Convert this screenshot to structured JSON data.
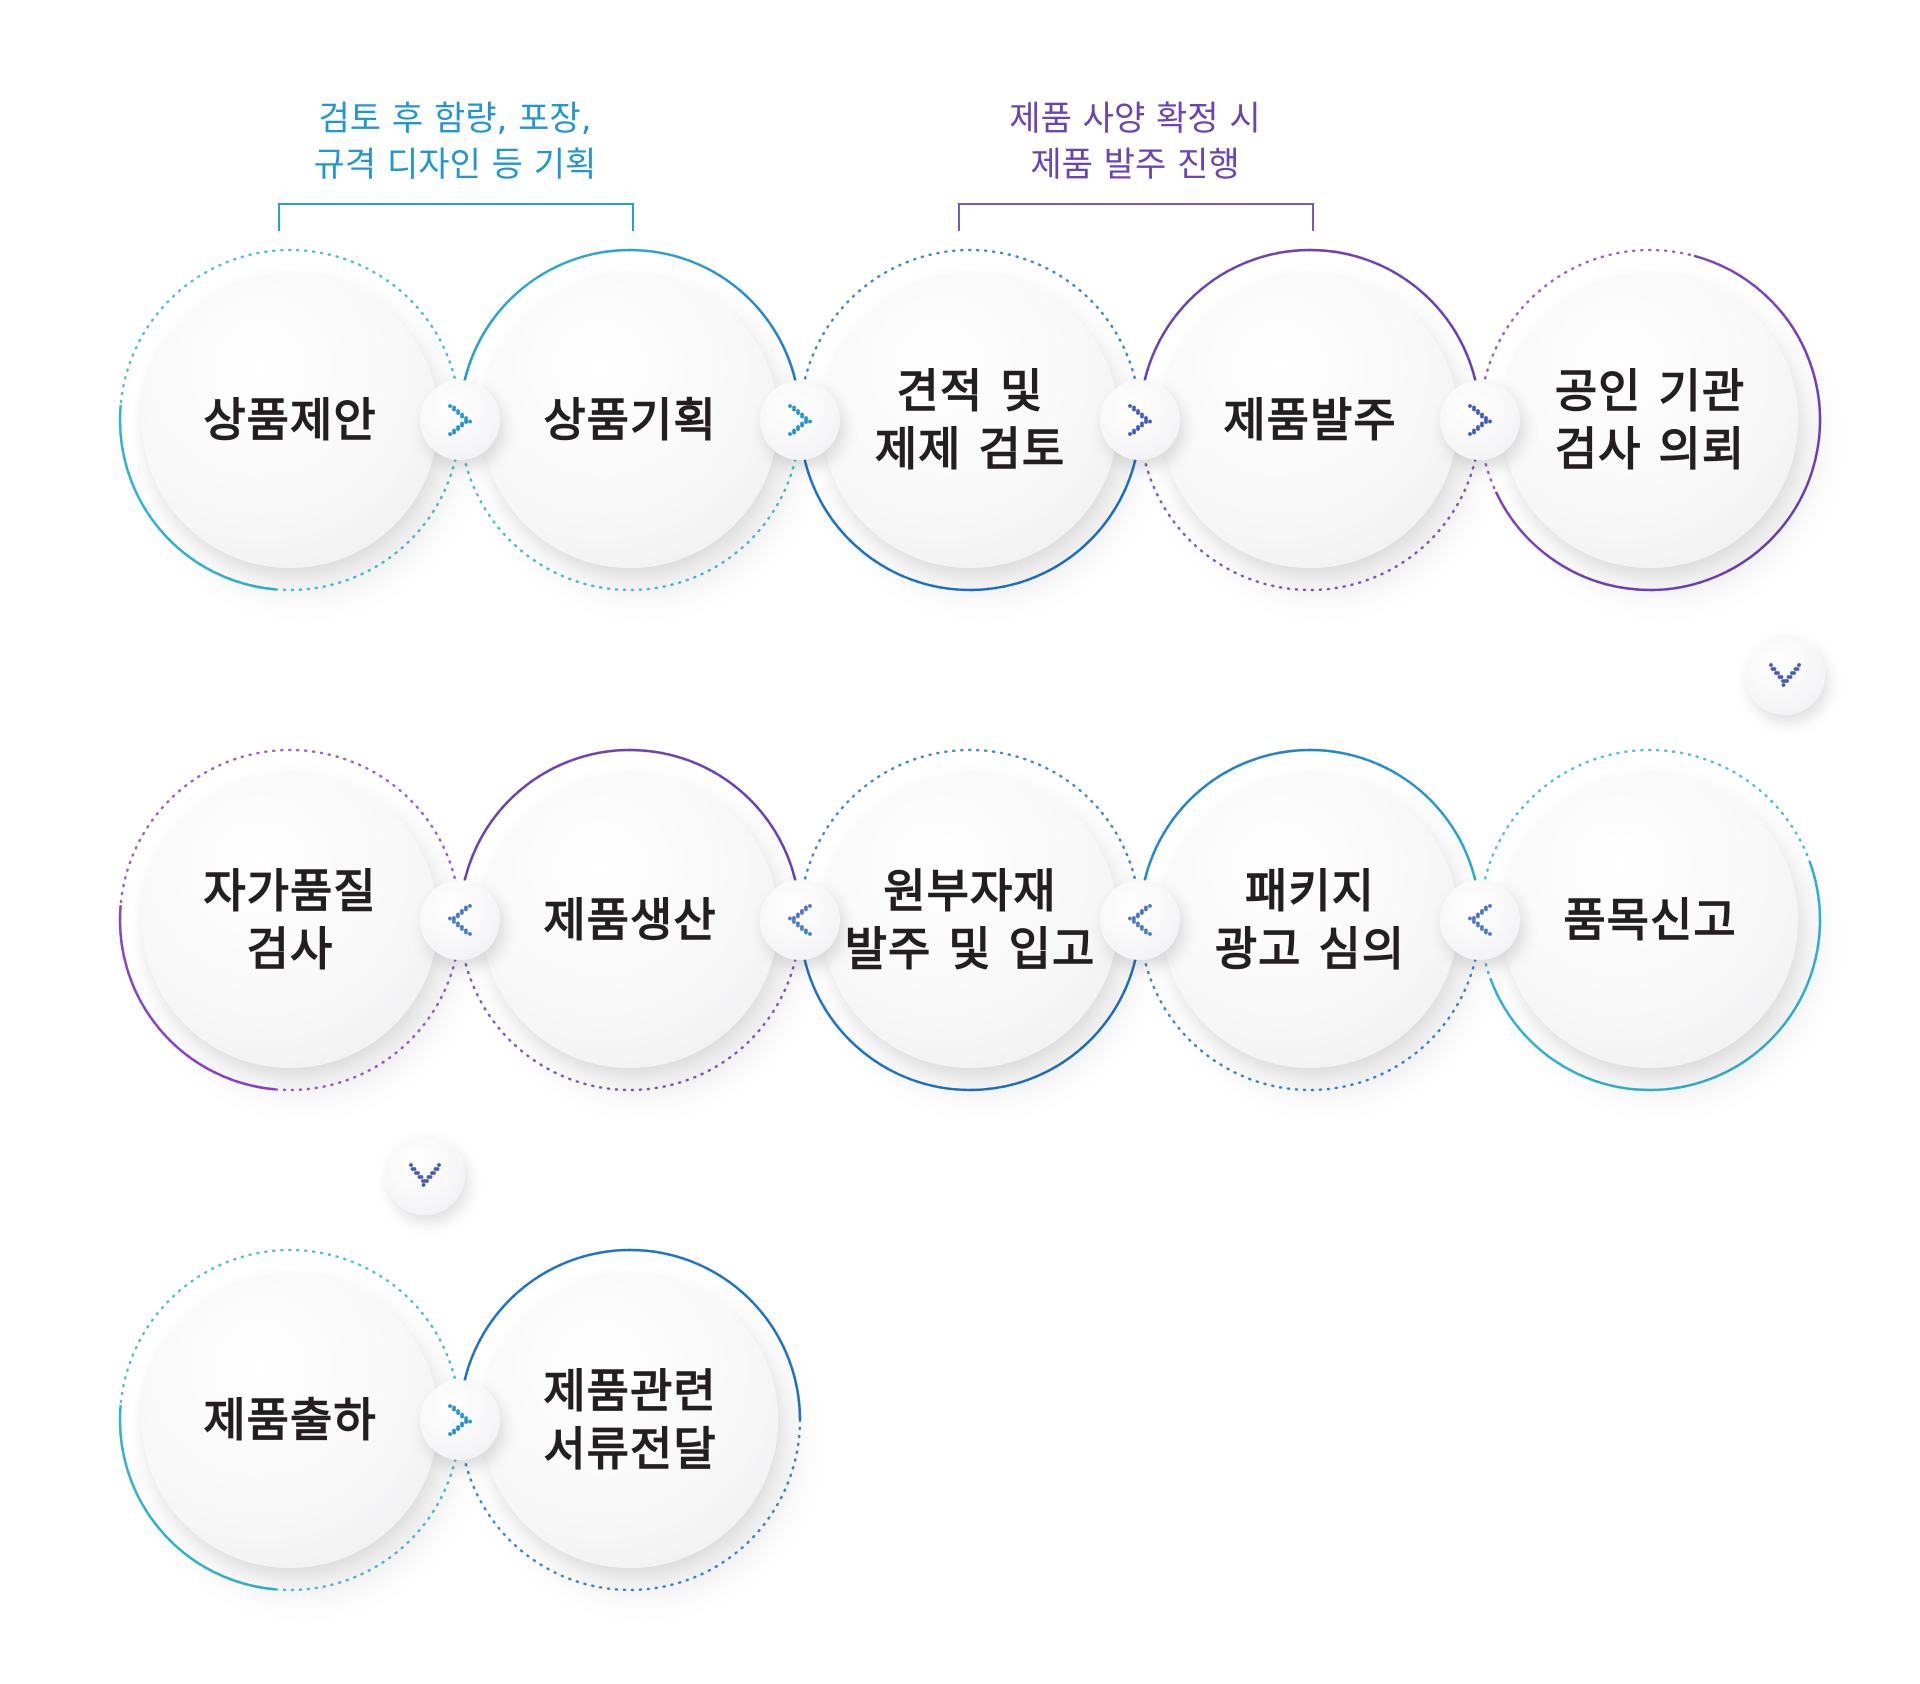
{
  "annotations": {
    "quote_review": {
      "lines": [
        "검토 후 함량, 포장,",
        "규격 디자인 등 기획"
      ],
      "color": "#2297cf"
    },
    "order_confirm": {
      "lines": [
        "제품 사양 확정 시",
        "제품 발주 진행"
      ],
      "color": "#6a43b5"
    }
  },
  "steps": [
    {
      "id": "s1",
      "lines": [
        "상품제안"
      ]
    },
    {
      "id": "s2",
      "lines": [
        "상품기획"
      ]
    },
    {
      "id": "s3",
      "lines": [
        "견적 및",
        "제제 검토"
      ]
    },
    {
      "id": "s4",
      "lines": [
        "제품발주"
      ]
    },
    {
      "id": "s5",
      "lines": [
        "공인 기관",
        "검사 의뢰"
      ]
    },
    {
      "id": "s6",
      "lines": [
        "품목신고"
      ]
    },
    {
      "id": "s7",
      "lines": [
        "패키지",
        "광고 심의"
      ]
    },
    {
      "id": "s8",
      "lines": [
        "원부자재",
        "발주 및 입고"
      ]
    },
    {
      "id": "s9",
      "lines": [
        "제품생산"
      ]
    },
    {
      "id": "s10",
      "lines": [
        "자가품질",
        "검사"
      ]
    },
    {
      "id": "s11",
      "lines": [
        "제품출하"
      ]
    },
    {
      "id": "s12",
      "lines": [
        "제품관련",
        "서류전달"
      ]
    }
  ],
  "connectors": [
    {
      "from": "s1",
      "to": "s2",
      "direction": "right",
      "icon": "chevron-right-icon"
    },
    {
      "from": "s2",
      "to": "s3",
      "direction": "right",
      "icon": "chevron-right-icon"
    },
    {
      "from": "s3",
      "to": "s4",
      "direction": "right",
      "icon": "chevron-right-icon"
    },
    {
      "from": "s4",
      "to": "s5",
      "direction": "right",
      "icon": "chevron-right-icon"
    },
    {
      "from": "s5",
      "to": "s6",
      "direction": "down",
      "icon": "chevron-down-icon"
    },
    {
      "from": "s6",
      "to": "s7",
      "direction": "left",
      "icon": "chevron-left-icon"
    },
    {
      "from": "s7",
      "to": "s8",
      "direction": "left",
      "icon": "chevron-left-icon"
    },
    {
      "from": "s8",
      "to": "s9",
      "direction": "left",
      "icon": "chevron-left-icon"
    },
    {
      "from": "s9",
      "to": "s10",
      "direction": "left",
      "icon": "chevron-left-icon"
    },
    {
      "from": "s10",
      "to": "s11",
      "direction": "down",
      "icon": "chevron-down-icon"
    },
    {
      "from": "s11",
      "to": "s12",
      "direction": "right",
      "icon": "chevron-right-icon"
    }
  ],
  "colors": {
    "cyan": "#2fb5cf",
    "blue": "#1e73c9",
    "purple": "#6b40b8",
    "violet": "#8a44c6",
    "text": "#231f20"
  }
}
